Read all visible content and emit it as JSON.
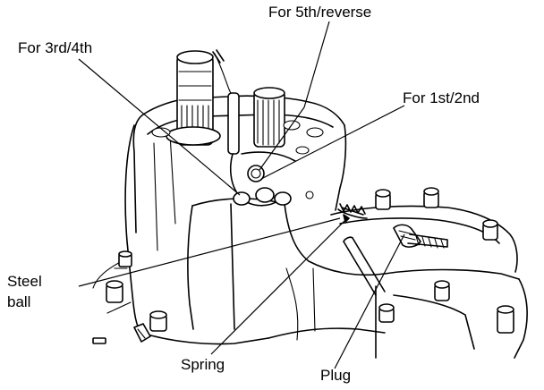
{
  "labels": {
    "fifth_reverse": "For 5th/reverse",
    "third_fourth": "For 3rd/4th",
    "first_second": "For 1st/2nd",
    "steel_ball_line1": "Steel",
    "steel_ball_line2": "ball",
    "spring": "Spring",
    "plug": "Plug"
  }
}
